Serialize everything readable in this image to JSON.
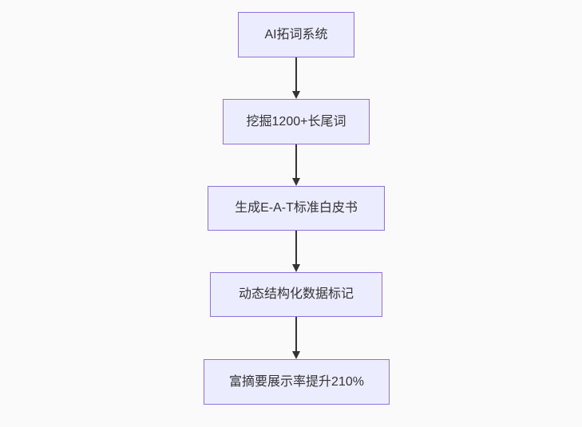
{
  "diagram": {
    "type": "flowchart-top-down",
    "nodes": [
      {
        "id": "A",
        "label": "AI拓词系统"
      },
      {
        "id": "B",
        "label": "挖掘1200+长尾词"
      },
      {
        "id": "C",
        "label": "生成E-A-T标准白皮书"
      },
      {
        "id": "D",
        "label": "动态结构化数据标记"
      },
      {
        "id": "E",
        "label": "富摘要展示率提升210%"
      }
    ],
    "edges": [
      {
        "from": "A",
        "to": "B"
      },
      {
        "from": "B",
        "to": "C"
      },
      {
        "from": "C",
        "to": "D"
      },
      {
        "from": "D",
        "to": "E"
      }
    ]
  },
  "colors": {
    "background": "#fafafa",
    "node_fill": "#ececff",
    "node_border": "#9370db",
    "node_text": "#333333",
    "arrow": "#333333"
  }
}
